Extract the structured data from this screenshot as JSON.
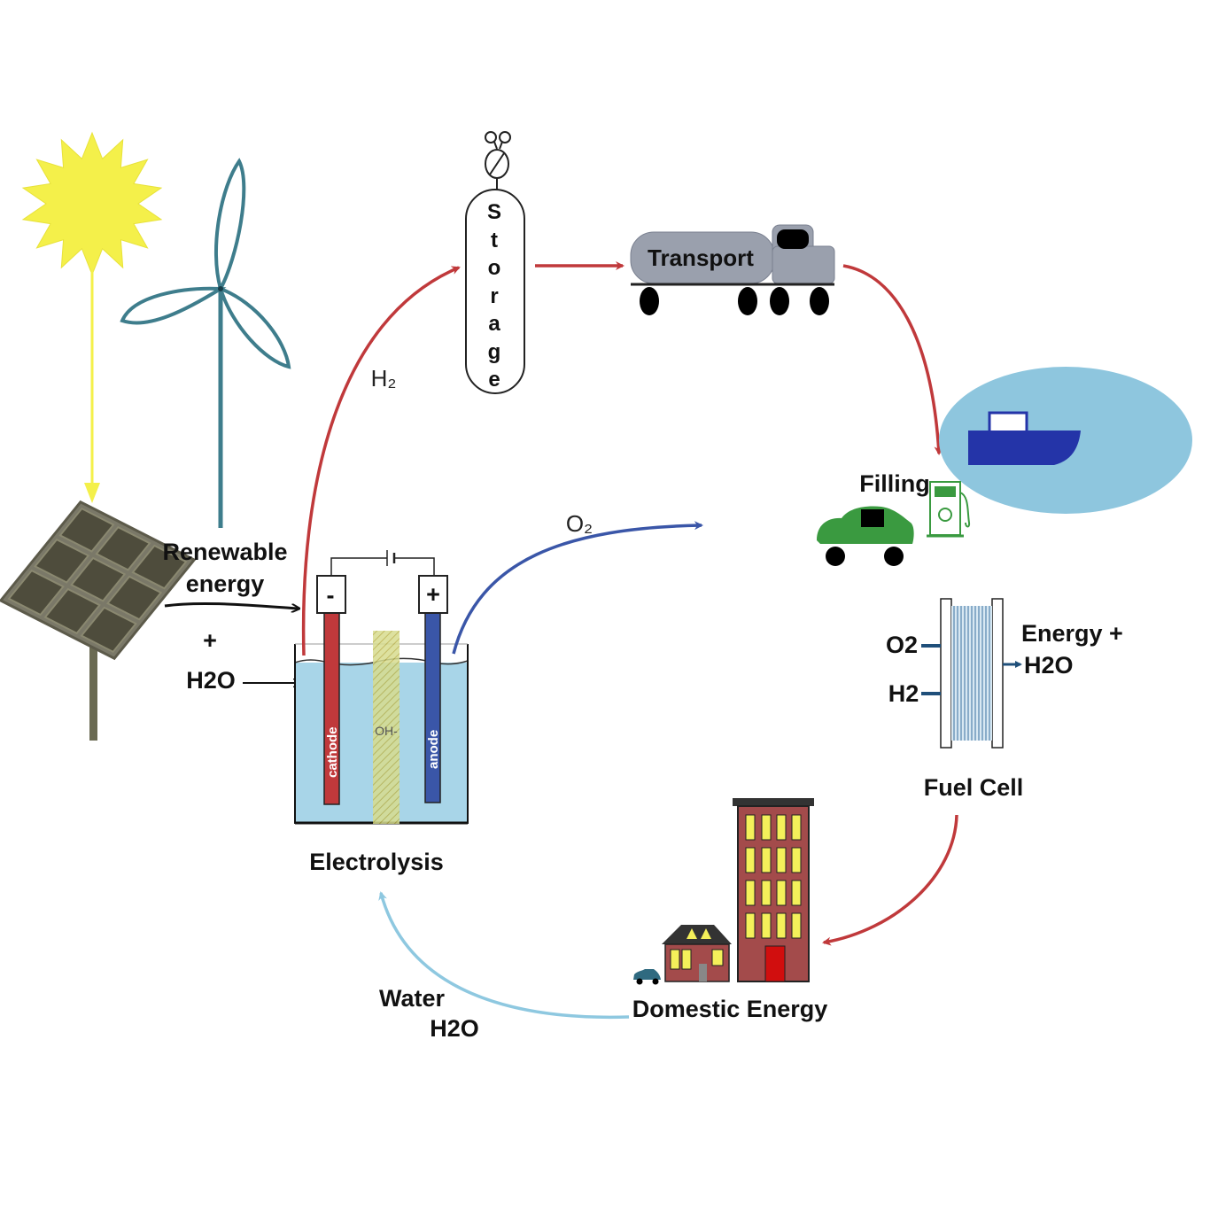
{
  "labels": {
    "renewable_energy": [
      "Renewable",
      "energy"
    ],
    "plus": "+",
    "h2o_in": "H2O",
    "h2": "H₂",
    "o2": "O₂",
    "storage_letters": [
      "S",
      "t",
      "o",
      "r",
      "a",
      "g",
      "e"
    ],
    "transport": "Transport",
    "filling": "Filling",
    "fuel_cell": "Fuel Cell",
    "fc_o2": "O2",
    "fc_h2": "H2",
    "fc_out": [
      "Energy +",
      "H2O"
    ],
    "electrolysis": "Electrolysis",
    "cathode": "cathode",
    "anode": "anode",
    "oh": "OH-",
    "minus": "-",
    "plus_terminal": "+",
    "domestic_energy": "Domestic Energy",
    "water": [
      "Water",
      "H2O"
    ]
  },
  "icons": {
    "sun": "sun-icon",
    "wind": "wind-turbine-icon",
    "solar": "solar-panel-icon",
    "storage": "storage-tank-icon",
    "truck": "truck-icon",
    "ship": "ship-icon",
    "car": "car-icon",
    "pump": "fuel-pump-icon",
    "fuelcell": "fuel-cell-icon",
    "building": "building-icon",
    "house": "house-icon"
  },
  "colors": {
    "flow_red": "#c0393b",
    "flow_blue": "#3a56a8",
    "flow_lightblue": "#8ec8e0",
    "sun": "#f4f04a",
    "turbine": "#3e7d8c",
    "water": "#a8d5e8",
    "lake": "#8ec6de",
    "ship": "#2434a8",
    "car": "#3a9a40",
    "truck": "#9aa0ad",
    "building": "#a34b4b"
  }
}
